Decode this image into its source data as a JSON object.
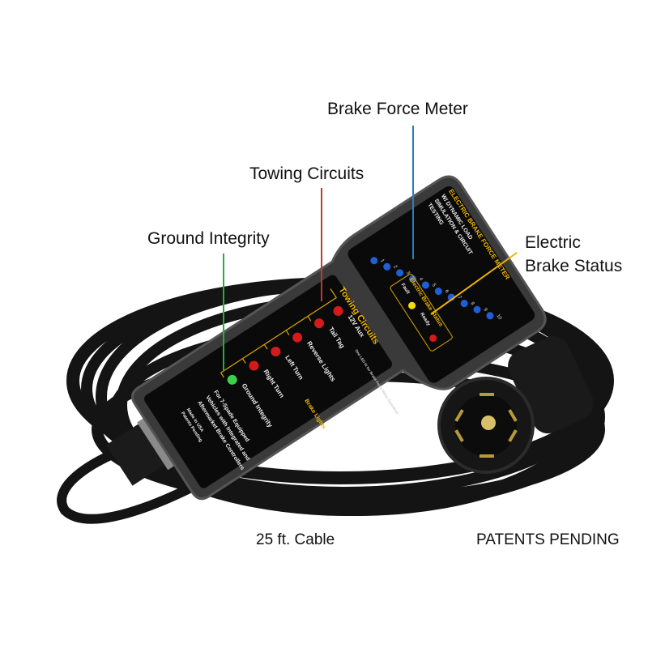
{
  "callouts": {
    "brake_force_meter": "Brake Force Meter",
    "towing_circuits": "Towing Circuits",
    "ground_integrity": "Ground Integrity",
    "electric_brake_status_line1": "Electric",
    "electric_brake_status_line2": "Brake Status"
  },
  "captions": {
    "cable": "25 ft. Cable",
    "patents": "PATENTS PENDING"
  },
  "device": {
    "head_title": "ELECTRIC BRAKE FORCE METER",
    "head_sub1": "W/ DYNAMIC LOAD",
    "head_sub2": "SIMULATION & CIRCUIT",
    "head_sub3": "TESTING",
    "meter_numbers": [
      "1",
      "2",
      "3",
      "4",
      "5",
      "6",
      "7",
      "8",
      "9",
      "10"
    ],
    "status_title": "Electric Brake Status",
    "status_fault": "Fault",
    "status_ready": "Ready",
    "towing_title": "Towing Circuits",
    "circuits": [
      "Ground Integrity",
      "Right Turn",
      "Left Turn",
      "Reverse Lights",
      "Tail Tag",
      "12V Aux"
    ],
    "brake_lights": "Brake Lights",
    "aux_note": "One LED lit for Brake Force Meter Operation",
    "info1": "For 7-Spade Equipped",
    "info2": "Vehicles with Integrated and",
    "info3": "Aftermarket Brake Controllers",
    "made1": "Made in USA",
    "made2": "Patents Pending"
  },
  "colors": {
    "blue_line": "#2a7fb8",
    "red_line": "#c0392b",
    "green_line": "#2aa84a",
    "yellow_line": "#f0b400",
    "device_label": "#f2b705"
  }
}
